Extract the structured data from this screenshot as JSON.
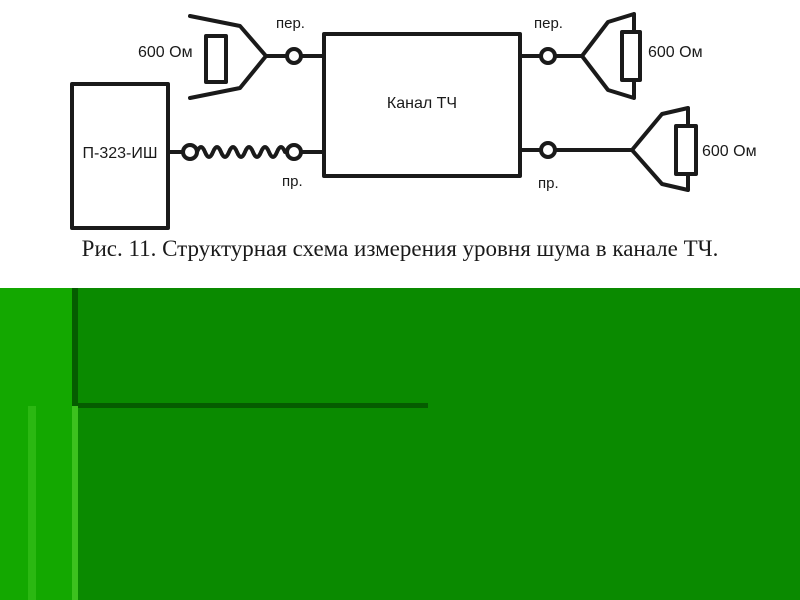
{
  "diagram": {
    "device_label": "П-323-ИШ",
    "channel_label": "Канал ТЧ",
    "left_load_label": "600 Ом",
    "right_top_load_label": "600 Ом",
    "right_bottom_load_label": "600 Ом",
    "left_tx_port_label": "пер.",
    "left_rx_port_label": "пр.",
    "right_tx_port_label": "пер.",
    "right_rx_port_label": "пр."
  },
  "caption": "Рис. 11. Структурная схема измерения уровня шума в канале ТЧ.",
  "colors": {
    "background": "#ffffff",
    "line": "#1a1a1a",
    "green": "#0a8a00"
  }
}
